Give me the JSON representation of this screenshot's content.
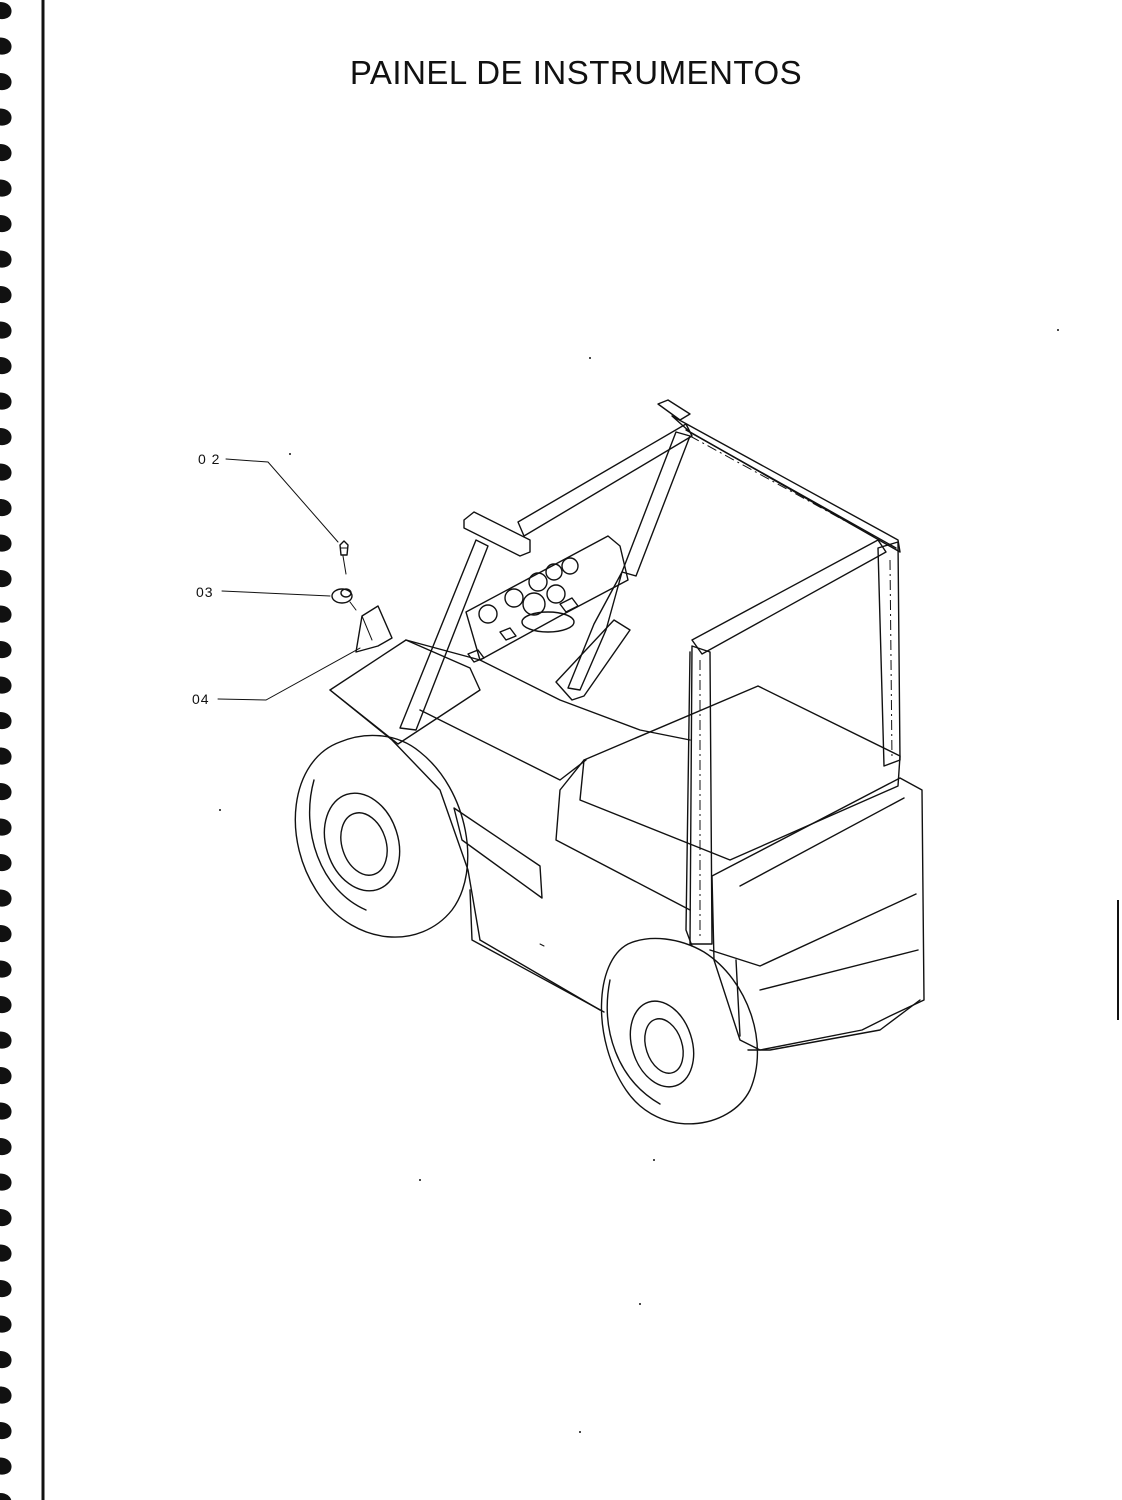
{
  "page": {
    "title": "PAINEL DE INSTRUMENTOS"
  },
  "callouts": [
    {
      "label": "0 2",
      "part": "screw"
    },
    {
      "label": "03",
      "part": "switch-knob"
    },
    {
      "label": "04",
      "part": "bracket-plate"
    }
  ],
  "colors": {
    "ink": "#111111",
    "paper": "#ffffff"
  },
  "binding": {
    "icon": "spiral-binding-icon"
  }
}
